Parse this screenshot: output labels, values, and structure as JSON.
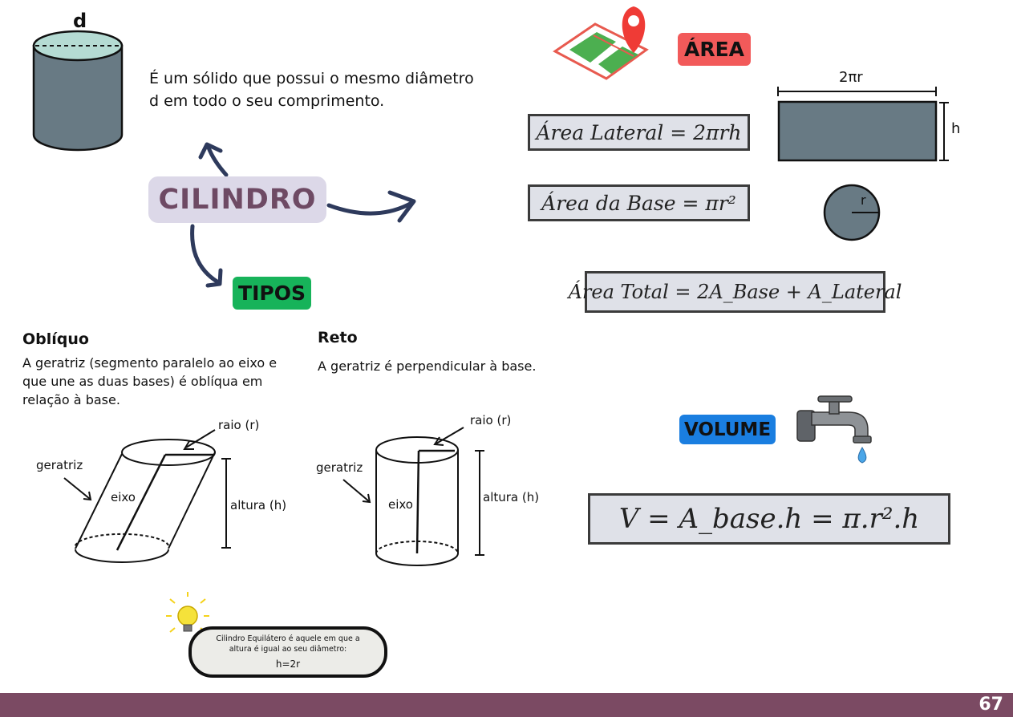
{
  "intro": {
    "diameter_label": "d",
    "description": "É um sólido que possui o mesmo diâmetro d em todo o seu comprimento."
  },
  "center": {
    "title": "CILINDRO"
  },
  "tipos": {
    "label": "TIPOS"
  },
  "area": {
    "label": "ÁREA",
    "lateral_formula": "Área Lateral = 2πrh",
    "base_formula": "Área da Base = πr²",
    "total_formula": "Área Total = 2A_Base + A_Lateral",
    "rect_width_label": "2πr",
    "rect_height_label": "h",
    "circle_radius_label": "r"
  },
  "obliquo": {
    "title": "Oblíquo",
    "text": "A geratriz (segmento paralelo ao eixo e que une as duas bases) é oblíqua em relação à base.",
    "raio": "raio (r)",
    "geratriz": "geratriz",
    "eixo": "eixo",
    "altura": "altura (h)"
  },
  "reto": {
    "title": "Reto",
    "text": "A geratriz é perpendicular à base.",
    "raio": "raio (r)",
    "geratriz": "geratriz",
    "eixo": "eixo",
    "altura": "altura (h)"
  },
  "volume": {
    "label": "VOLUME",
    "formula": "V = A_base.h = π.r².h"
  },
  "tip": {
    "text": "Cilindro Equilátero é aquele em que a altura é igual ao seu diâmetro:",
    "formula": "h=2r"
  },
  "page_number": "67",
  "colors": {
    "cylinder": "#687a84",
    "cylinder_top": "#b5dbd3",
    "arrow": "#2e3a5c",
    "center_bg": "#dcd8e8",
    "center_text": "#6e4a64",
    "tipos_bg": "#17b35a",
    "area_bg": "#f25a5a",
    "volume_bg": "#1a7ee0",
    "footer": "#7b4a63"
  },
  "icons": [
    "map-pin-icon",
    "water-faucet-icon",
    "lightbulb-icon"
  ]
}
